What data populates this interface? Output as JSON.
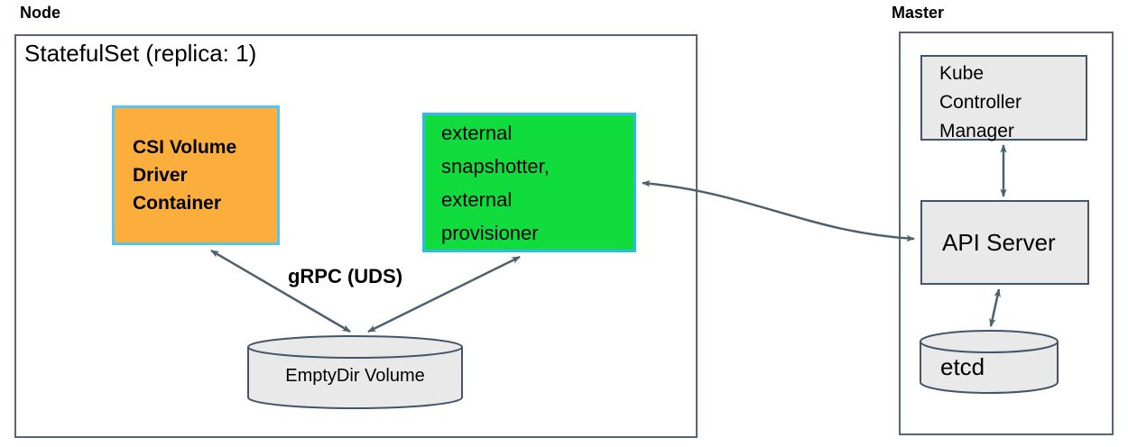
{
  "node_section": {
    "label": "Node",
    "statefulset_label": "StatefulSet (replica: 1)",
    "csi_driver_container": {
      "lines": [
        "CSI Volume",
        "Driver",
        "Container"
      ],
      "fill": "#FBAE3C",
      "border": "#56C6F0"
    },
    "sidecar_container": {
      "lines": [
        "external",
        "snapshotter,",
        "external",
        "provisioner"
      ],
      "fill": "#10DD3D",
      "border": "#2FB9EC"
    },
    "emptydir_volume": {
      "label": "EmptyDir Volume",
      "fill": "#E9E9E9"
    },
    "grpc_label": "gRPC (UDS)"
  },
  "master_section": {
    "label": "Master",
    "kube_controller_manager": {
      "lines": [
        "Kube",
        "Controller",
        "Manager"
      ],
      "fill": "#E9E9E9"
    },
    "api_server": {
      "label": "API Server",
      "fill": "#E9E9E9"
    },
    "etcd": {
      "label": "etcd",
      "fill": "#E9E9E9"
    }
  },
  "colors": {
    "arrow": "#4E5F6E",
    "outer_border": "#566676",
    "inner_border": "#44546A"
  },
  "edges": [
    {
      "from": "CSI Volume Driver Container",
      "to": "EmptyDir Volume",
      "bidirectional": true,
      "label": "gRPC (UDS)"
    },
    {
      "from": "external snapshotter, external provisioner",
      "to": "EmptyDir Volume",
      "bidirectional": true,
      "label": "gRPC (UDS)"
    },
    {
      "from": "external snapshotter, external provisioner",
      "to": "API Server",
      "bidirectional": true
    },
    {
      "from": "Kube Controller Manager",
      "to": "API Server",
      "bidirectional": true
    },
    {
      "from": "API Server",
      "to": "etcd",
      "bidirectional": true
    }
  ]
}
